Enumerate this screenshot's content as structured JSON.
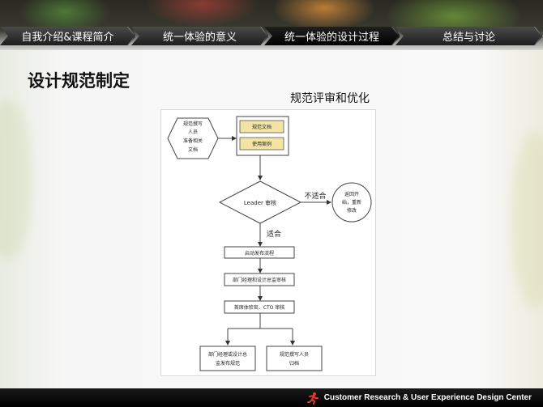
{
  "nav": {
    "items": [
      {
        "label": "自我介绍&课程简介",
        "active": false
      },
      {
        "label": "统一体验的意义",
        "active": false
      },
      {
        "label": "统一体验的设计过程",
        "active": true
      },
      {
        "label": "总结与讨论",
        "active": false
      }
    ]
  },
  "page_title": "设计规范制定",
  "subtitle": "规范评审和优化",
  "flowchart": {
    "prepare_node": [
      "规范撰写",
      "人员",
      "准备相关",
      "文档"
    ],
    "doc_spec": "规范文档",
    "doc_cases": "使用案例",
    "leader_review": "Leader 审核",
    "not_suitable_label": "不适合",
    "suitable_label": "适合",
    "return_node": [
      "返回开",
      "始，重新",
      "修改"
    ],
    "start_release": "启动发布流程",
    "dept_review": "部门经理和设计总监审核",
    "head_review": "首席体验官、CTO 审核",
    "publish_node": [
      "部门经理或设计总",
      "监发布规范"
    ],
    "archive_node": [
      "规范撰写人员",
      "归档"
    ]
  },
  "footer": {
    "text": "Customer Research & User Experience Design Center",
    "logo_icon": "running-figure-icon",
    "logo_color": "#e23a2a"
  }
}
